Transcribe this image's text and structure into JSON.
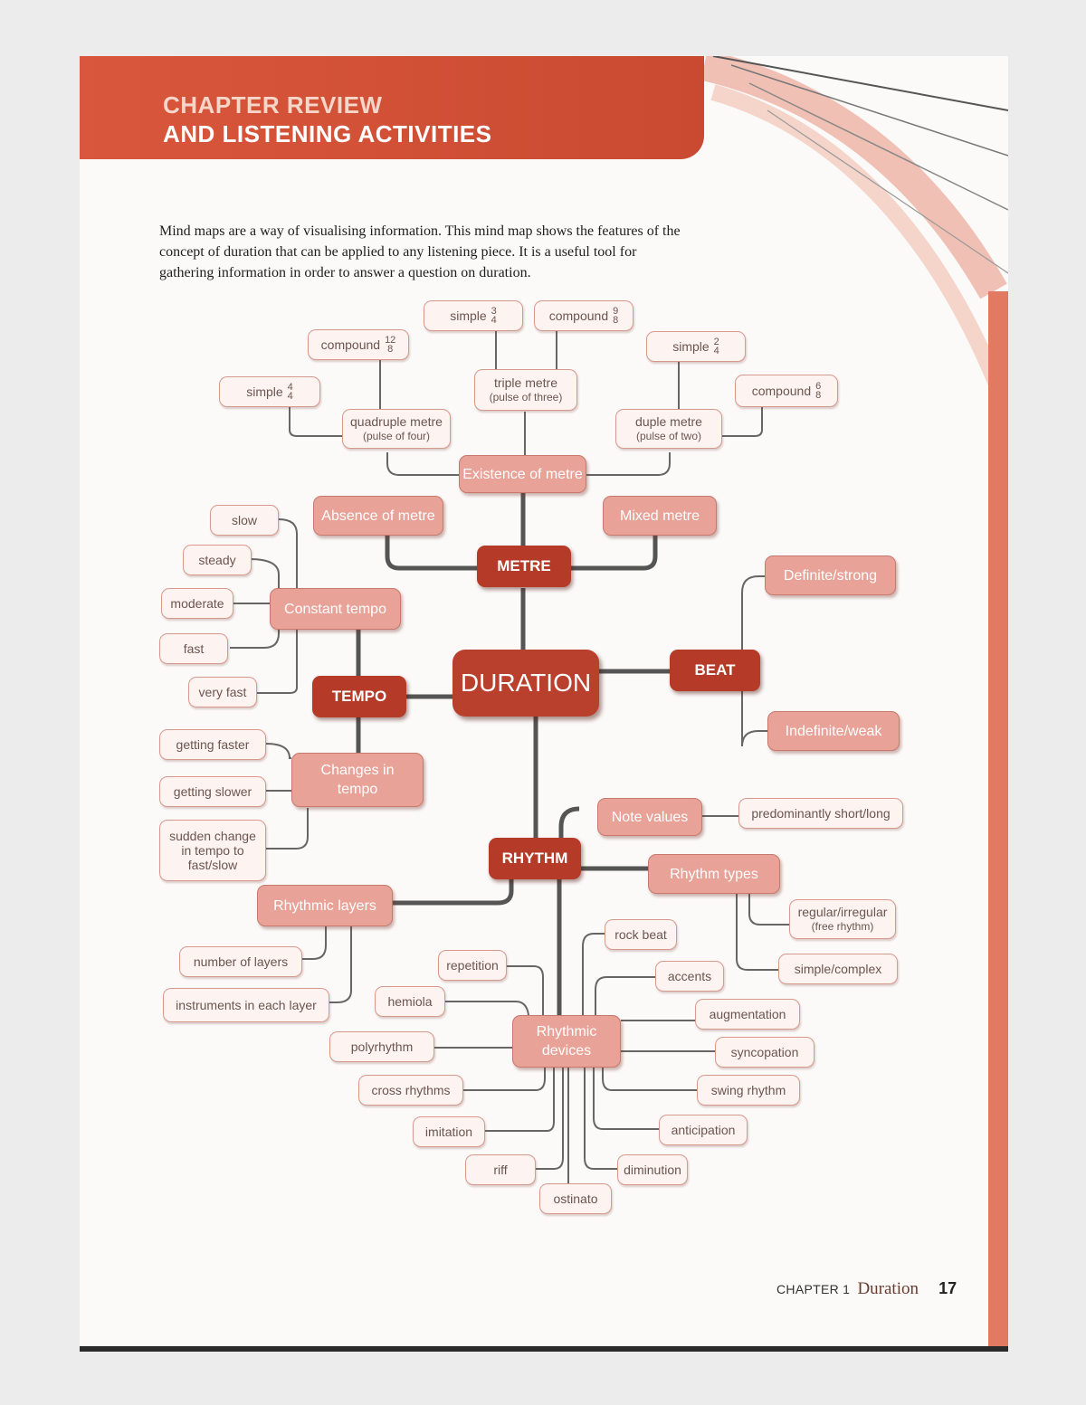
{
  "header": {
    "line1": "CHAPTER REVIEW",
    "line2": "AND LISTENING ACTIVITIES"
  },
  "intro": "Mind maps are a way of visualising information. This mind map shows the features of the concept of duration that can be applied to any listening piece. It is a useful tool for gathering information in order to answer a question on duration.",
  "mindmap": {
    "center": "DURATION",
    "metre": {
      "label": "METRE",
      "existence": "Existence of metre",
      "absence": "Absence of metre",
      "mixed": "Mixed metre",
      "quadruple": {
        "line1": "quadruple metre",
        "line2": "(pulse of four)"
      },
      "triple": {
        "line1": "triple metre",
        "line2": "(pulse of three)"
      },
      "duple": {
        "line1": "duple metre",
        "line2": "(pulse of two)"
      },
      "simple44": {
        "label": "simple",
        "num": "4",
        "den": "4"
      },
      "compound128": {
        "label": "compound",
        "num": "12",
        "den": "8"
      },
      "simple34": {
        "label": "simple",
        "num": "3",
        "den": "4"
      },
      "compound98": {
        "label": "compound",
        "num": "9",
        "den": "8"
      },
      "simple24": {
        "label": "simple",
        "num": "2",
        "den": "4"
      },
      "compound68": {
        "label": "compound",
        "num": "6",
        "den": "8"
      }
    },
    "beat": {
      "label": "BEAT",
      "definite": "Definite/strong",
      "indefinite": "Indefinite/weak"
    },
    "tempo": {
      "label": "TEMPO",
      "constant": "Constant tempo",
      "constant_items": [
        "slow",
        "steady",
        "moderate",
        "fast",
        "very fast"
      ],
      "changes": {
        "line1": "Changes in",
        "line2": "tempo"
      },
      "changes_items": [
        "getting faster",
        "getting slower"
      ],
      "sudden": {
        "line1": "sudden change",
        "line2": "in tempo to",
        "line3": "fast/slow"
      }
    },
    "rhythm": {
      "label": "RHYTHM",
      "note_values": "Note values",
      "note_values_item": "predominantly short/long",
      "rhythm_types": "Rhythm types",
      "regular": {
        "line1": "regular/irregular",
        "line2": "(free rhythm)"
      },
      "simple_complex": "simple/complex",
      "layers": "Rhythmic layers",
      "layers_items": [
        "number of layers",
        "instruments in each layer"
      ],
      "devices": {
        "line1": "Rhythmic",
        "line2": "devices"
      },
      "devices_left": [
        "repetition",
        "hemiola",
        "polyrhythm",
        "cross rhythms",
        "imitation",
        "riff",
        "ostinato"
      ],
      "devices_right": [
        "rock beat",
        "accents",
        "augmentation",
        "syncopation",
        "swing rhythm",
        "anticipation",
        "diminution"
      ]
    }
  },
  "footer": {
    "chapter": "CHAPTER 1",
    "title": "Duration",
    "page": "17"
  }
}
